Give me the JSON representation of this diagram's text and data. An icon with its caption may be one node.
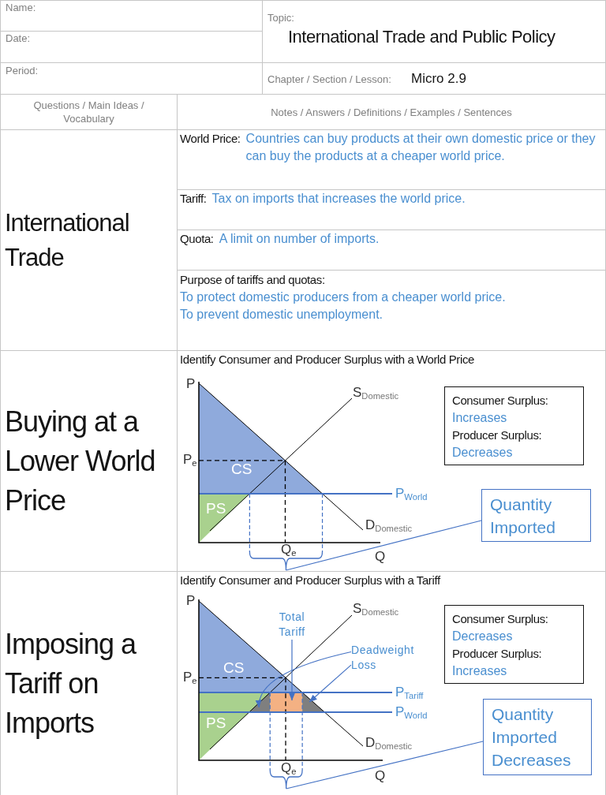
{
  "diagram": {
    "title": "International Trade and Public Policy",
    "nodes": [
      {
        "text": [
          "Consumer Surplus:",
          "Increases",
          "Producer Surplus:",
          "Decreases"
        ]
      },
      {
        "text": [
          "Quantity Imported"
        ]
      },
      {
        "text": [],
        "shape": "brace"
      },
      {
        "text": [
          "Total Tariff"
        ]
      },
      {
        "text": [],
        "shape": "box"
      },
      {
        "text": [
          "Deadweight Loss"
        ]
      },
      {
        "text": [],
        "shape": "triangle"
      },
      {
        "text": [],
        "shape": "triangle"
      },
      {
        "text": [
          "Consumer Surplus:",
          "Decreases",
          "Producer Surplus:",
          "Increases"
        ]
      },
      {
        "text": [
          "Quantity Imported Decreases"
        ]
      },
      {
        "text": [],
        "shape": "brace"
      }
    ],
    "edges": [
      {
        "from": 1,
        "to": 2,
        "arrow": "none"
      },
      {
        "from": 3,
        "to": 4,
        "arrow": "to"
      },
      {
        "from": 5,
        "to": 6,
        "arrow": "to"
      },
      {
        "from": 5,
        "to": 7,
        "arrow": "to"
      },
      {
        "from": 9,
        "to": 10,
        "arrow": "none"
      }
    ],
    "labels": [
      "Name:",
      "Topic:",
      "Date:",
      "Period:",
      "Chapter / Section / Lesson:",
      "Micro 2.9",
      "Questions / Main Ideas / Vocabulary",
      "Notes / Answers / Definitions / Examples / Sentences",
      "International Trade",
      "World Price:",
      "Countries can buy products at their own domestic price or they can buy the products at a cheaper world price.",
      "Tariff:",
      "Tax on imports that increases the world price.",
      "Quota:",
      "A limit on number of imports.",
      "Purpose of tariffs and quotas:",
      "To protect domestic producers from a cheaper world price.",
      "To prevent domestic unemployment.",
      "Buying at a Lower World Price",
      "Identify Consumer and Producer Surplus with a World Price",
      "P",
      "S$_{Domestic}$",
      "P$_{e}$",
      "CS",
      "P$_{World}$",
      "PS",
      "D$_{Domestic}$",
      "Q$_{e}$",
      "Q",
      "Imposing a Tariff on Imports",
      "Identify Consumer and Producer Surplus with a Tariff",
      "P",
      "S$_{Domestic}$",
      "CS",
      "P$_{e}$",
      "P$_{Tariff}$",
      "PS",
      "P$_{World}$",
      "D$_{Domestic}$",
      "Q$_{e}$",
      "Q"
    ]
  }
}
